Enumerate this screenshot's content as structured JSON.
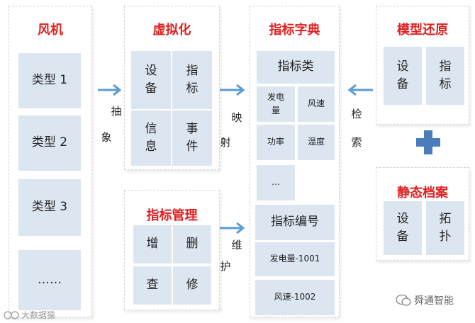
{
  "wind_turbine": {
    "title": "风机",
    "types": [
      "类型 1",
      "类型 2",
      "类型 3",
      "……"
    ]
  },
  "virtualization": {
    "title": "虚拟化",
    "cells": [
      "设\n备",
      "指\n标",
      "信\n息",
      "事\n件"
    ]
  },
  "indicator_management": {
    "title": "指标管理",
    "ops": [
      "增",
      "删",
      "查",
      "修"
    ]
  },
  "indicator_dict": {
    "title": "指标字典",
    "category_header": "指标类",
    "categories": [
      "发电\n量",
      "风速",
      "功率",
      "温度",
      "…"
    ],
    "code_header": "指标编号",
    "codes": [
      "发电量-1001",
      "风速-1002"
    ]
  },
  "model_restore": {
    "title": "模型还原",
    "cells": [
      "设\n备",
      "指\n标"
    ]
  },
  "static_archive": {
    "title": "静态档案",
    "cells": [
      "设\n备",
      "拓\n扑"
    ]
  },
  "arrow_labels": {
    "abstract": [
      "抽",
      "象"
    ],
    "mapping": [
      "映",
      "射"
    ],
    "retrieve": [
      "检",
      "索"
    ],
    "maintain": [
      "维",
      "护"
    ]
  },
  "plus_symbol": "+",
  "watermarks": {
    "left": "大数据猿",
    "right": "舜通智能"
  },
  "colors": {
    "title_red": "#e02020",
    "box_blue": "#dce6f1",
    "arrow_blue": "#5b9bd5",
    "plus_blue": "#4a7ebb"
  }
}
